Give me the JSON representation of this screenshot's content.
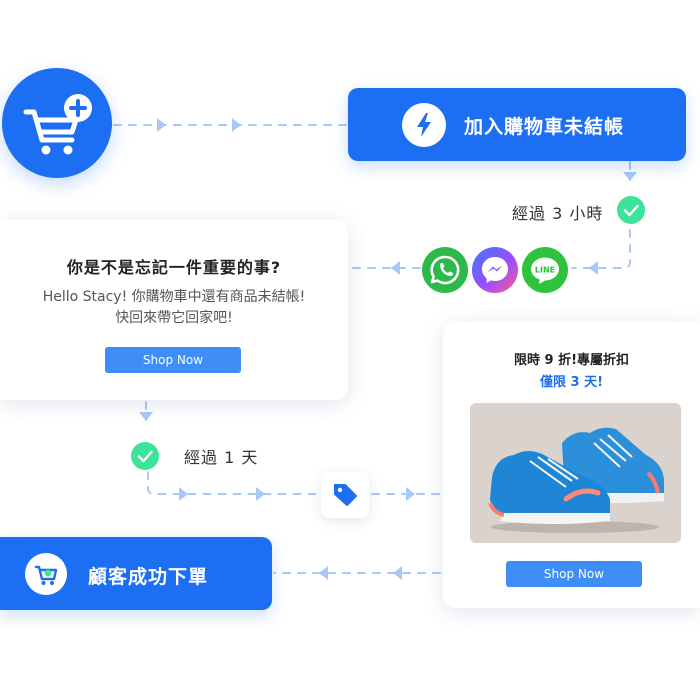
{
  "steps": {
    "add_to_cart": {
      "label": "加入購物車未結帳",
      "icon": "lightning-icon"
    },
    "wait_3h": {
      "label": "經過 3 小時"
    },
    "reminder": {
      "title": "你是不是忘記一件重要的事?",
      "body_line1": "Hello Stacy! 你購物車中還有商品未結帳!",
      "body_line2": "快回來帶它回家吧!",
      "button": "Shop Now"
    },
    "channels": [
      {
        "name": "WhatsApp",
        "icon": "whatsapp-icon"
      },
      {
        "name": "Messenger",
        "icon": "messenger-icon"
      },
      {
        "name": "LINE",
        "icon": "line-icon",
        "text": "LINE"
      }
    ],
    "wait_1d": {
      "label": "經過 1 天"
    },
    "offer": {
      "line1": "限時 9 折!專屬折扣",
      "line2": "僅限 3 天!",
      "button": "Shop Now",
      "image": "sneakers-photo"
    },
    "order": {
      "label": "顧客成功下單",
      "icon": "shopping-cart-icon"
    }
  },
  "colors": {
    "primary": "#1c6ef2",
    "button": "#3f8ef7",
    "connector": "#a9c8f8",
    "check": "#3ee39a",
    "whatsapp": "#2fb84a",
    "line": "#2fc33c"
  }
}
